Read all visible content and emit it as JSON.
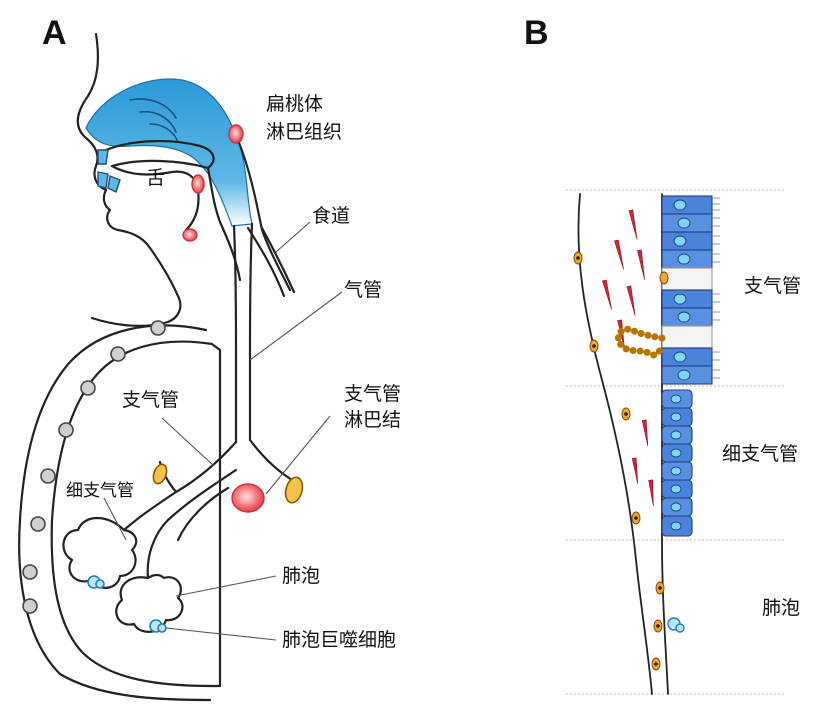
{
  "panel_a": {
    "letter": "A",
    "labels": {
      "tonsil_line1": "扁桃体",
      "tonsil_line2": "淋巴组织",
      "tongue": "舌",
      "esophagus": "食道",
      "trachea": "气管",
      "bronchus": "支气管",
      "bronchial_ln_line1": "支气管",
      "bronchial_ln_line2": "淋巴结",
      "bronchiole": "细支气管",
      "alveolus": "肺泡",
      "alveolar_macrophage": "肺泡巨噬细胞"
    }
  },
  "panel_b": {
    "letter": "B",
    "labels": {
      "bronchus": "支气管",
      "bronchiole": "细支气管",
      "alveolus": "肺泡"
    }
  },
  "colors": {
    "airway_blue": "#3aa3dd",
    "lymphoid_red": "#e0505a",
    "cell_orange": "#f0a020",
    "epithelium_blue": "#3f78d8",
    "smooth_muscle_red": "#cc2030"
  }
}
